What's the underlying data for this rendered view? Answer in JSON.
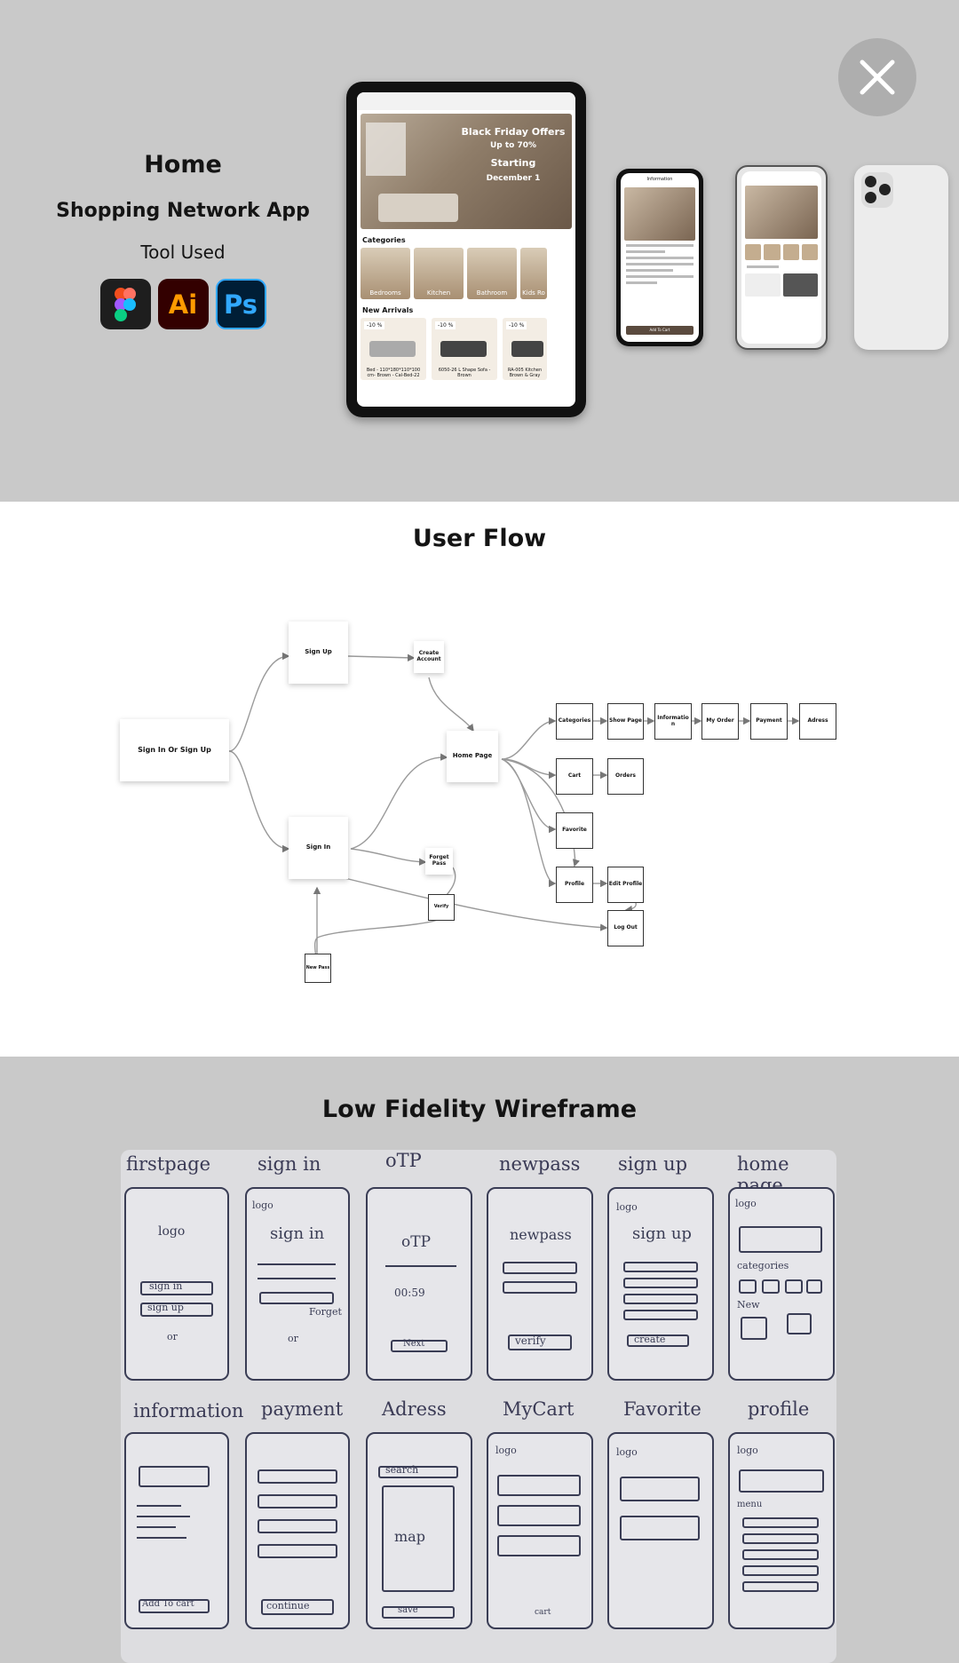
{
  "header": {
    "title": "Home",
    "subtitle": "Shopping Network App",
    "tools_label": "Tool Used",
    "tools": [
      {
        "name": "figma-icon",
        "label": ""
      },
      {
        "name": "illustrator-icon",
        "label": "Ai"
      },
      {
        "name": "photoshop-icon",
        "label": "Ps"
      }
    ]
  },
  "close_icon": "close-icon",
  "tablet_mockup": {
    "banner_title": "Black Friday Offers",
    "banner_discount": "Up to 70%",
    "banner_starting": "Starting",
    "banner_date": "December 1",
    "categories_label": "Categories",
    "categories": [
      "Bedrooms",
      "Kitchen",
      "Bathroom",
      "Kids Ro"
    ],
    "new_arrivals_label": "New Arrivals",
    "arrivals": [
      {
        "discount": "-10 %",
        "name": "Bed - 110*180*110*100 cm- Brown - Cal-Bed-22"
      },
      {
        "discount": "-10 %",
        "name": "6050-26 L Shape Sofa - Brown"
      },
      {
        "discount": "-10 %",
        "name": "RA-005 Kitchen Brown & Gray"
      }
    ]
  },
  "phone_mockup": {
    "info_title": "Information",
    "add_to_cart": "Add To Cart"
  },
  "user_flow": {
    "title": "User Flow",
    "nodes": {
      "sign_in_or_up": "Sign In Or Sign Up",
      "sign_up": "Sign Up",
      "create_account": "Create Account",
      "home_page": "Home Page",
      "sign_in": "Sign In",
      "forget_pass": "Forget Pass",
      "verify": "Verify",
      "new_pass": "New Pass",
      "categories": "Categories",
      "show_page": "Show Page",
      "information": "Informatio n",
      "my_order": "My Order",
      "payment": "Payment",
      "adress": "Adress",
      "cart": "Cart",
      "orders": "Orders",
      "favorite": "Favorite",
      "profile": "Profile",
      "edit_profile": "Edit Profile",
      "log_out": "Log Out"
    }
  },
  "wireframe": {
    "title": "Low Fidelity Wireframe",
    "row1": [
      "firstpage",
      "sign in",
      "oTP",
      "newpass",
      "sign up",
      "home page"
    ],
    "row2": [
      "information",
      "payment",
      "Adress",
      "MyCart",
      "Favorite",
      "profile"
    ],
    "sketch_text": {
      "logo": "logo",
      "sign_in": "sign in",
      "sign_up": "sign up",
      "or": "or",
      "forget": "Forget",
      "otp": "oTP",
      "timer": "00:59",
      "next": "Next",
      "newpass": "newpass",
      "verify": "verify",
      "create": "create",
      "categories": "categories",
      "new": "New",
      "add_to_cart": "Add To cart",
      "continue": "continue",
      "search": "search",
      "map": "map",
      "save": "save",
      "cart": "cart",
      "menu": "menu"
    }
  }
}
